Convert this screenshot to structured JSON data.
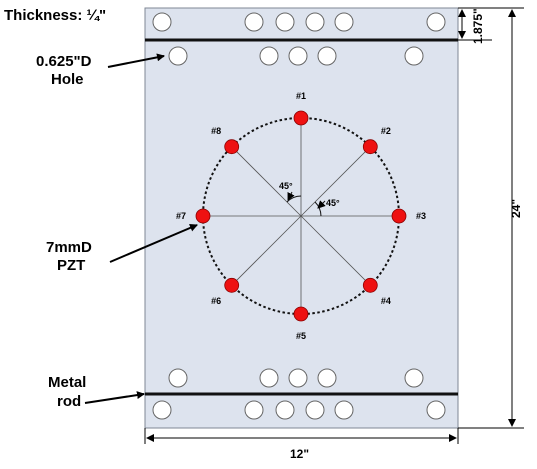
{
  "labels": {
    "thickness": "Thickness: ¼\"",
    "hole_line1": "0.625\"D",
    "hole_line2": "Hole",
    "pzt_line1": "7mmD",
    "pzt_line2": "PZT",
    "rod_line1": "Metal",
    "rod_line2": "rod",
    "angle_upper": "45°",
    "angle_right": "45°"
  },
  "dimensions": {
    "width": "12\"",
    "height": "24\"",
    "rod_offset": "1.875\""
  },
  "pzt_sensors": [
    {
      "label": "#1",
      "angle_deg": 90
    },
    {
      "label": "#2",
      "angle_deg": 45
    },
    {
      "label": "#3",
      "angle_deg": 0
    },
    {
      "label": "#4",
      "angle_deg": -45
    },
    {
      "label": "#5",
      "angle_deg": -90
    },
    {
      "label": "#6",
      "angle_deg": -135
    },
    {
      "label": "#7",
      "angle_deg": 180
    },
    {
      "label": "#8",
      "angle_deg": 135
    }
  ],
  "colors": {
    "plate": "#dde3ee",
    "pzt": "#ee1111",
    "hole": "#ffffff",
    "rod": "#111111"
  }
}
